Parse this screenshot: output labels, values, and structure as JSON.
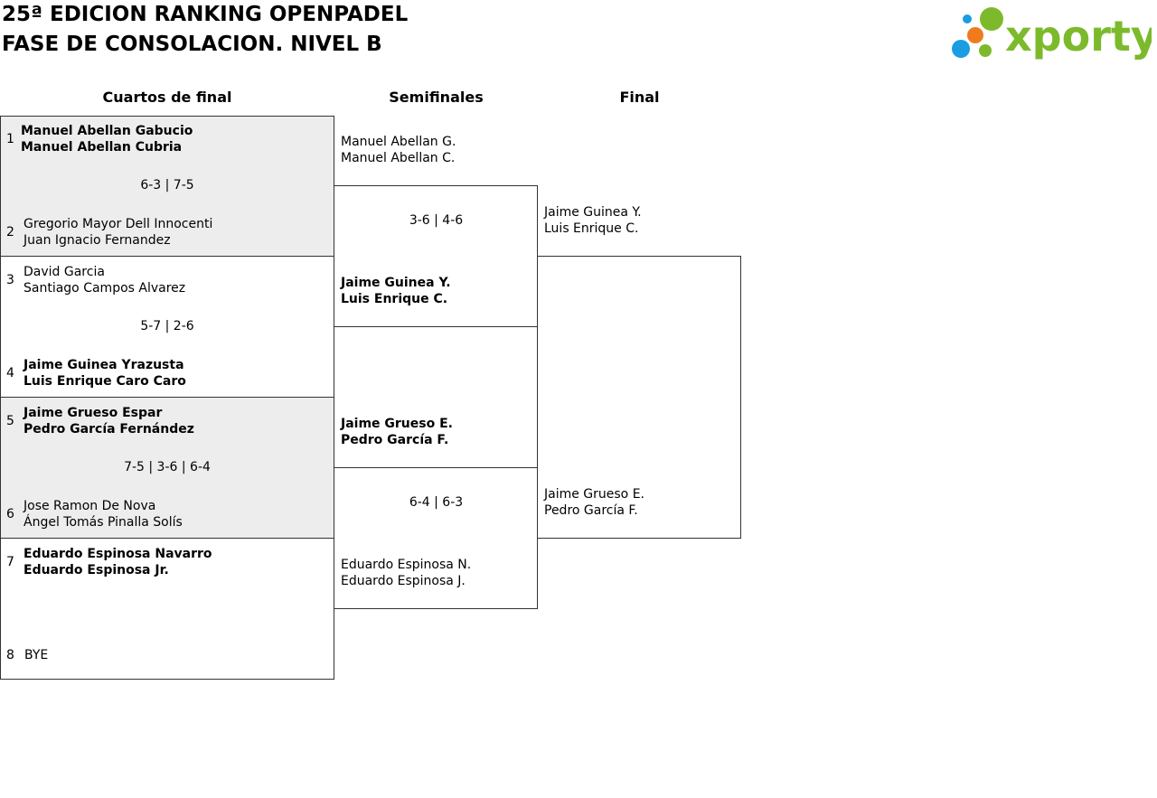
{
  "header": {
    "title_line1": "25ª EDICION RANKING OPENPADEL",
    "title_line2": "FASE DE CONSOLACION. NIVEL B",
    "logo_text": "xporty",
    "logo_colors": {
      "text": "#7cba2b",
      "dot_blue": "#1a9de1",
      "dot_orange": "#ef7b1d",
      "dot_green": "#7cba2b"
    }
  },
  "rounds": [
    "Cuartos de final",
    "Semifinales",
    "Final"
  ],
  "quarterfinals": [
    {
      "top": {
        "seed": "1",
        "p1": "Manuel Abellan Gabucio",
        "p2": "Manuel Abellan Cubria",
        "winner": true
      },
      "score": "6-3 | 7-5",
      "bottom": {
        "seed": "2",
        "p1": "Gregorio Mayor Dell Innocenti",
        "p2": "Juan Ignacio Fernandez",
        "winner": false
      }
    },
    {
      "top": {
        "seed": "3",
        "p1": "David Garcia",
        "p2": "Santiago Campos Alvarez",
        "winner": false
      },
      "score": "5-7 | 2-6",
      "bottom": {
        "seed": "4",
        "p1": "Jaime Guinea Yrazusta",
        "p2": "Luis Enrique Caro Caro",
        "winner": true
      }
    },
    {
      "top": {
        "seed": "5",
        "p1": "Jaime Grueso Espar",
        "p2": "Pedro García Fernández",
        "winner": true
      },
      "score": "7-5 | 3-6 | 6-4",
      "bottom": {
        "seed": "6",
        "p1": "Jose Ramon De Nova",
        "p2": "Ángel Tomás Pinalla Solís",
        "winner": false
      }
    },
    {
      "top": {
        "seed": "7",
        "p1": "Eduardo Espinosa Navarro",
        "p2": "Eduardo Espinosa Jr.",
        "winner": true
      },
      "score": "",
      "bottom": {
        "seed": "8",
        "p1": "BYE",
        "p2": "",
        "winner": false
      }
    }
  ],
  "semifinals": [
    {
      "top": {
        "p1": "Manuel Abellan G.",
        "p2": "Manuel Abellan C.",
        "winner": false
      },
      "score": "3-6 | 4-6",
      "bottom": {
        "p1": "Jaime Guinea Y.",
        "p2": "Luis Enrique C.",
        "winner": true
      }
    },
    {
      "top": {
        "p1": "Jaime Grueso E.",
        "p2": "Pedro García F.",
        "winner": true
      },
      "score": "6-4 | 6-3",
      "bottom": {
        "p1": "Eduardo Espinosa N.",
        "p2": "Eduardo Espinosa J.",
        "winner": false
      }
    }
  ],
  "final": {
    "top": {
      "p1": "Jaime Guinea Y.",
      "p2": "Luis Enrique C."
    },
    "bottom": {
      "p1": "Jaime Grueso E.",
      "p2": "Pedro García F."
    }
  }
}
